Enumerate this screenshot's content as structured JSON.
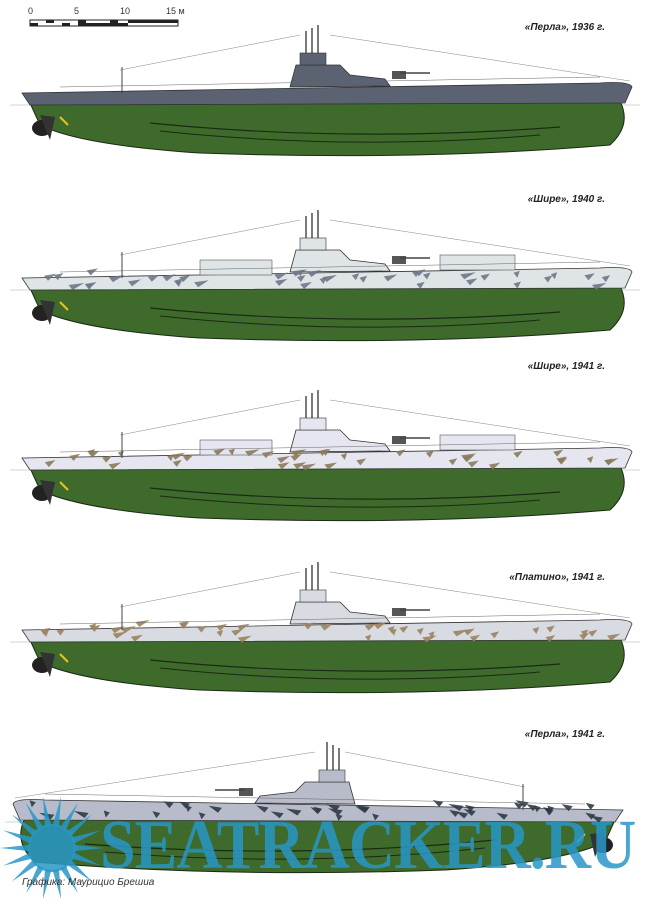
{
  "scale": {
    "ticks": [
      "0",
      "5",
      "10",
      "15 м"
    ]
  },
  "submarines": [
    {
      "caption": "«Перла», 1936 г.",
      "upper": "#5b6272",
      "hull": "#3e6a2c",
      "camo": "",
      "mirror": false
    },
    {
      "caption": "«Шире», 1940 г.",
      "upper": "#dfe4e6",
      "hull": "#3e6a2c",
      "camo": "#6f7788",
      "mirror": false
    },
    {
      "caption": "«Шире», 1941 г.",
      "upper": "#e6e6f0",
      "hull": "#3e6a2c",
      "camo": "#8a7a5a",
      "mirror": false
    },
    {
      "caption": "«Платино», 1941 г.",
      "upper": "#d8dce2",
      "hull": "#3e6a2c",
      "camo": "#9a8260",
      "mirror": false
    },
    {
      "caption": "«Перла», 1941 г.",
      "upper": "#b8bcca",
      "hull": "#3e6a2c",
      "camo": "#2e3a46",
      "mirror": true
    }
  ],
  "credit": "Графика: Маурицио Брешиа",
  "watermark": "SEATRACKER.RU"
}
